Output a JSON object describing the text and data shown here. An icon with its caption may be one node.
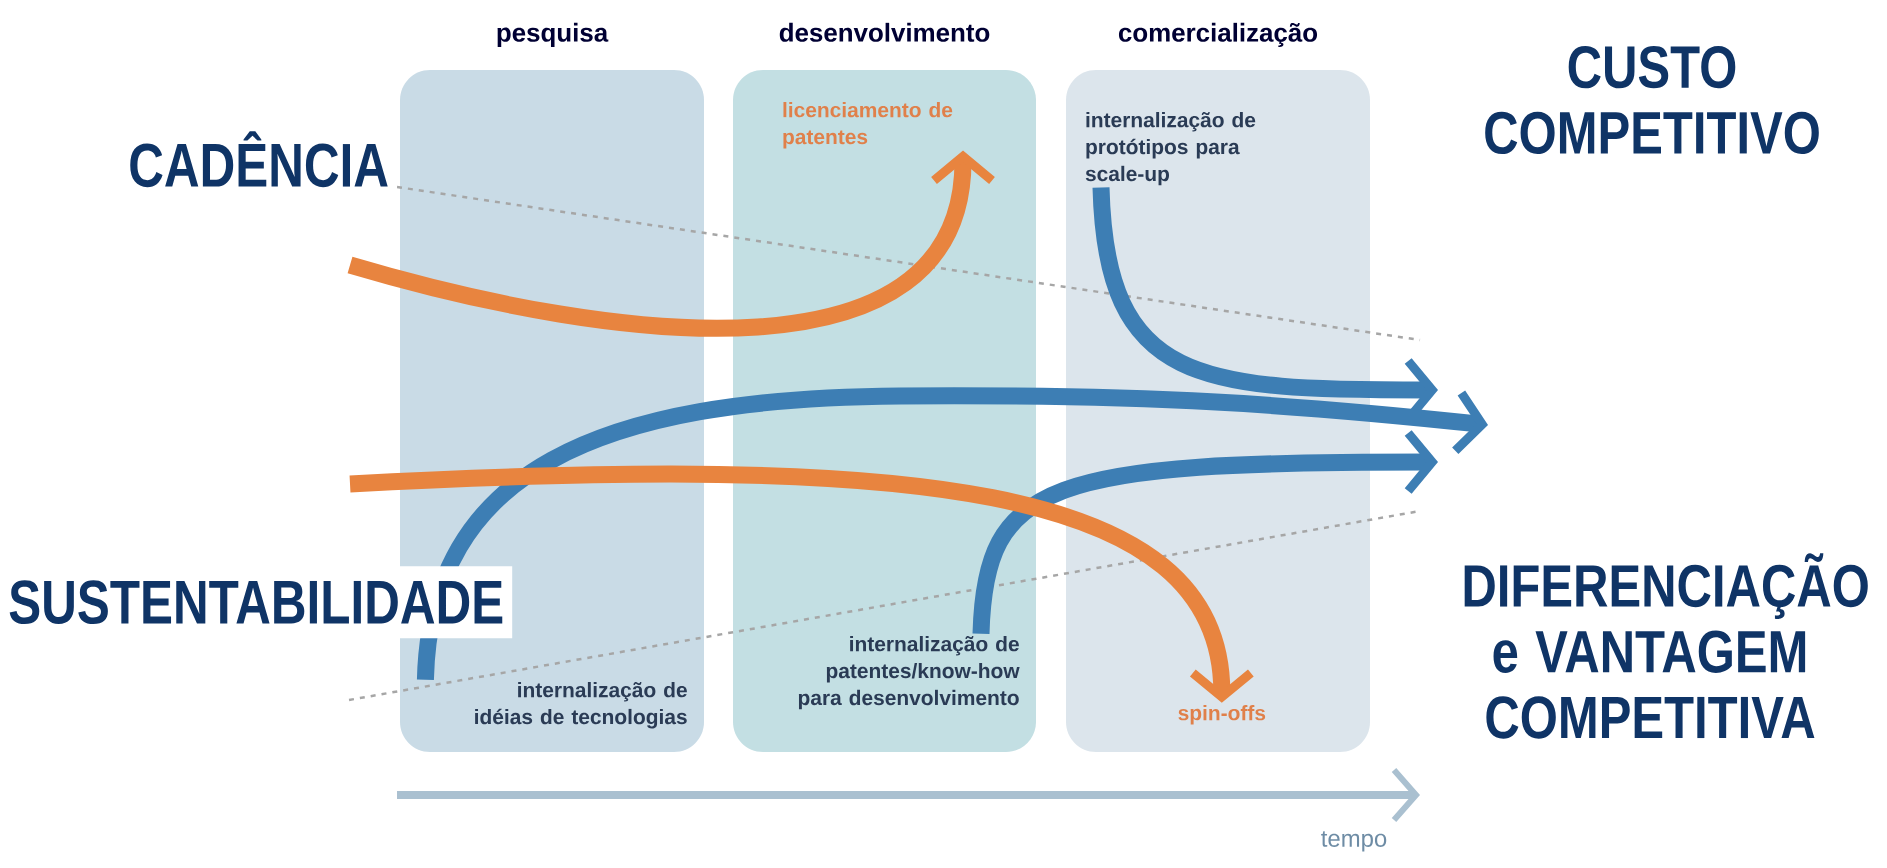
{
  "diagram": {
    "nodes": [
      {
        "text": [
          "pesquisa"
        ]
      },
      {
        "text": [
          "internalização de idéias de tecnologias"
        ],
        "in": 0
      },
      {
        "text": [
          "desenvolvimento"
        ]
      },
      {
        "text": [
          "licenciamento de patentes"
        ],
        "in": 2
      },
      {
        "text": [
          "internalização de patentes/know-how para desenvolvimento"
        ],
        "in": 2
      },
      {
        "text": [
          "comercialização"
        ]
      },
      {
        "text": [
          "internalização de protótipos para scale-up"
        ],
        "in": 5
      },
      {
        "text": [
          "spin-offs"
        ],
        "in": 5
      },
      {
        "text": [
          "CUSTO COMPETITIVO"
        ]
      },
      {
        "text": [
          "DIFERENCIAÇÃO e VANTAGEM COMPETITIVA"
        ]
      }
    ],
    "edges": [
      {
        "from": null,
        "to": 3,
        "arrow": "to",
        "color": "#e8843f"
      },
      {
        "from": 6,
        "to": null,
        "arrow": "to"
      },
      {
        "from": 1,
        "to": null,
        "arrow": "to"
      },
      {
        "from": 4,
        "to": null,
        "arrow": "to"
      },
      {
        "from": null,
        "to": 7,
        "arrow": "to",
        "color": "#e8843f"
      }
    ],
    "labels": [
      "CADÊNCIA",
      "SUSTENTABILIDADE",
      "tempo"
    ]
  }
}
